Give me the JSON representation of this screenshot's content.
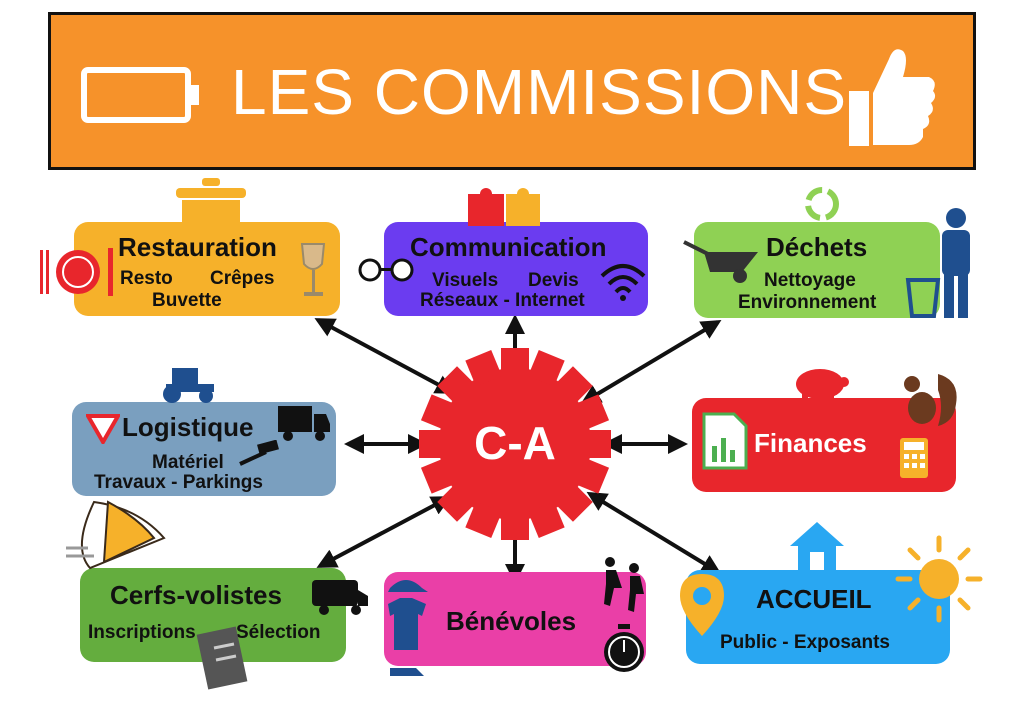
{
  "banner": {
    "title": "LES COMMISSIONS"
  },
  "center": {
    "label": "C-A"
  },
  "commissions": {
    "restauration": {
      "title": "Restauration",
      "line1a": "Resto",
      "line1b": "Crêpes",
      "line2": "Buvette",
      "color": "#f6b12a"
    },
    "communication": {
      "title": "Communication",
      "line1a": "Visuels",
      "line1b": "Devis",
      "line2": "Réseaux - Internet",
      "color": "#6b3cf0"
    },
    "dechets": {
      "title": "Déchets",
      "line1": "Nettoyage",
      "line2": "Environnement",
      "color": "#8fd154"
    },
    "logistique": {
      "title": "Logistique",
      "line1": "Matériel",
      "line2": "Travaux - Parkings",
      "color": "#7a9fbf"
    },
    "finances": {
      "title": "Finances",
      "color": "#e8262c"
    },
    "cerfs_volistes": {
      "title": "Cerfs-volistes",
      "line1a": "Inscriptions",
      "line1b": "Sélection",
      "color": "#64ad3e"
    },
    "benevoles": {
      "title": "Bénévoles",
      "color": "#ea3fa7"
    },
    "accueil": {
      "title": "ACCUEIL",
      "line1": "Public - Exposants",
      "color": "#29a7f2"
    }
  },
  "colors": {
    "banner": "#f6922a",
    "gear": "#e8262c",
    "arrow": "#111111"
  }
}
